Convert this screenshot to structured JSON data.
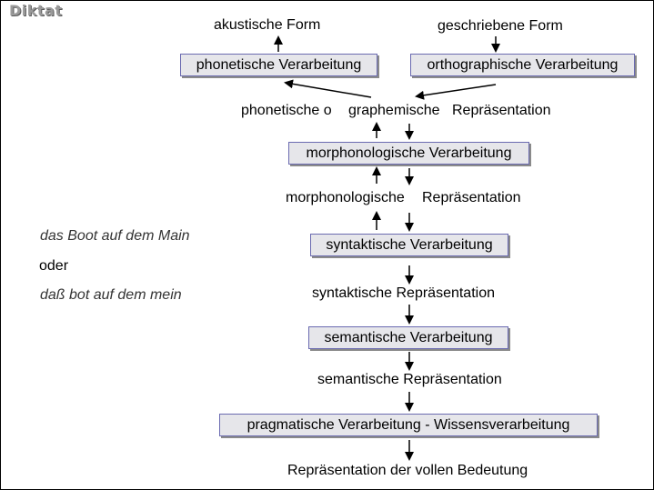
{
  "title": "Diktat",
  "outputs": {
    "acoustic": "akustische Form",
    "written": "geschriebene Form"
  },
  "boxes": {
    "phonetic": "phonetische Verarbeitung",
    "orthographic": "orthographische Verarbeitung",
    "morphological": "morphonologische Verarbeitung",
    "syntactic": "syntaktische Verarbeitung",
    "semantic": "semantische Verarbeitung",
    "pragmatic": "pragmatische Verarbeitung - Wissensverarbeitung"
  },
  "representations": {
    "phon_graph_a": "phonetische o",
    "phon_graph_b": "graphemische",
    "phon_graph_c": "Repräsentation",
    "morph_a": "morphonologische",
    "morph_b": "Repräsentation",
    "syntactic": "syntaktische Repräsentation",
    "semantic": "semantische Repräsentation",
    "full_meaning": "Repräsentation der vollen Bedeutung"
  },
  "example": {
    "line1": "das Boot auf dem Main",
    "line2": "oder",
    "line3": "daß bot auf dem mein"
  }
}
